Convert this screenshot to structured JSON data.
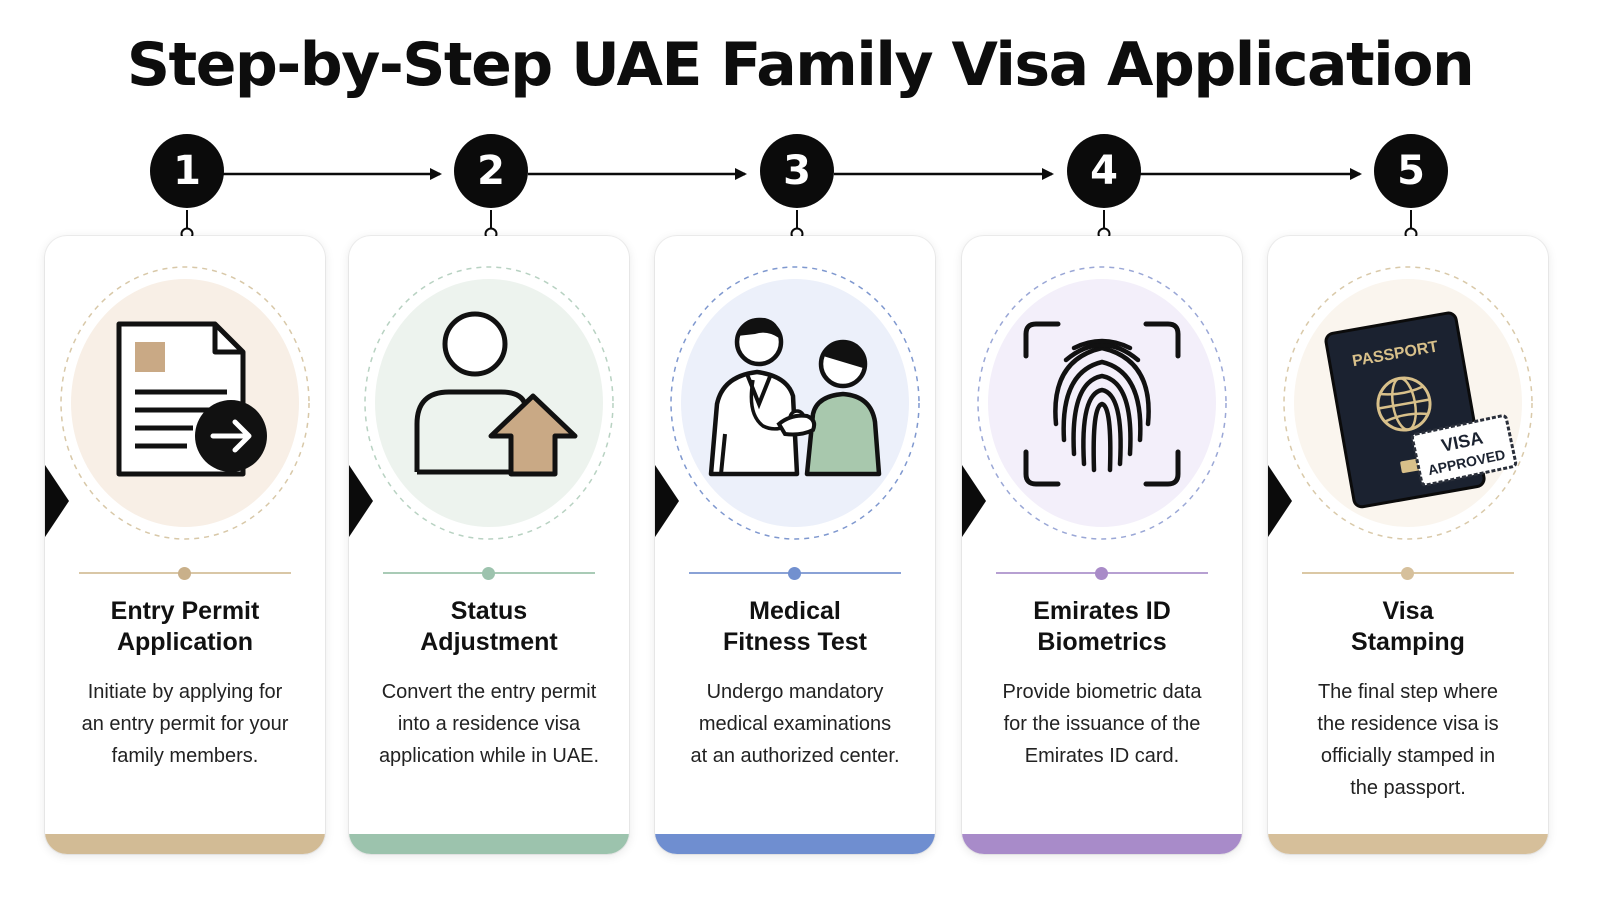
{
  "title": "Step-by-Step UAE Family Visa Application",
  "steps": [
    {
      "number": "1",
      "title_line1": "Entry Permit",
      "title_line2": "Application",
      "desc_line1": "Initiate by applying for",
      "desc_line2": "an entry permit for your",
      "desc_line3": "family members.",
      "desc_line4": "",
      "icon": "document-arrow-icon",
      "accent": "#c9b08a",
      "circle_bg": "#f8efe6"
    },
    {
      "number": "2",
      "title_line1": "Status",
      "title_line2": "Adjustment",
      "desc_line1": "Convert the entry permit",
      "desc_line2": "into a residence visa",
      "desc_line3": "application while in UAE.",
      "desc_line4": "",
      "icon": "user-upgrade-icon",
      "accent": "#9dc3ae",
      "circle_bg": "#edf3ee"
    },
    {
      "number": "3",
      "title_line1": "Medical",
      "title_line2": "Fitness Test",
      "desc_line1": "Undergo mandatory",
      "desc_line2": "medical examinations",
      "desc_line3": "at an authorized center.",
      "desc_line4": "",
      "icon": "doctor-patient-icon",
      "accent": "#7290cf",
      "circle_bg": "#ecf0fa"
    },
    {
      "number": "4",
      "title_line1": "Emirates ID",
      "title_line2": "Biometrics",
      "desc_line1": "Provide biometric data",
      "desc_line2": "for the issuance of the",
      "desc_line3": "Emirates ID card.",
      "desc_line4": "",
      "icon": "fingerprint-icon",
      "accent": "#a98bc8",
      "circle_bg": "#f3effa"
    },
    {
      "number": "5",
      "title_line1": "Visa",
      "title_line2": "Stamping",
      "desc_line1": "The final step where",
      "desc_line2": "the residence visa is",
      "desc_line3": "officially stamped in",
      "desc_line4": "the passport.",
      "icon": "passport-stamp-icon",
      "accent": "#d6c09c",
      "circle_bg": "#faf5ee",
      "passport_label": "PASSPORT",
      "stamp_line1": "VISA",
      "stamp_line2": "APPROVED"
    }
  ]
}
